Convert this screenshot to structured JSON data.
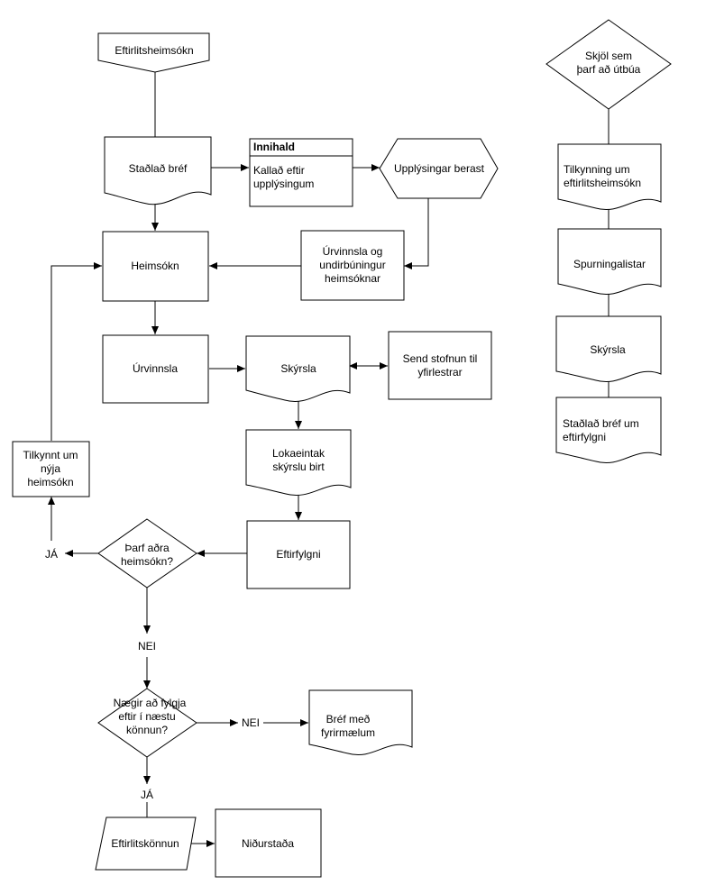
{
  "nodes": {
    "start": "Eftirlitsheimsókn",
    "letter": "Staðlað bréf",
    "content_header": "Innihald",
    "content_line1": "Kallað eftir",
    "content_line2": "upplýsingum",
    "info": "Upplýsingar berast",
    "prep_line1": "Úrvinnsla og",
    "prep_line2": "undirbúningur",
    "prep_line3": "heimsóknar",
    "visit": "Heimsókn",
    "processing": "Úrvinnsla",
    "report": "Skýrsla",
    "review_line1": "Send stofnun til",
    "review_line2": "yfirlestrar",
    "final_line1": "Lokaeintak",
    "final_line2": "skýrslu birt",
    "followup": "Eftirfylgni",
    "notify_line1": "Tilkynnt um",
    "notify_line2": "nýja",
    "notify_line3": "heimsókn",
    "decision1_line1": "Þarf aðra",
    "decision1_line2": "heimsókn?",
    "yes1": "JÁ",
    "no1": "NEI",
    "decision2_line1": "Nægir að fylgja",
    "decision2_line2": "eftir í næstu",
    "decision2_line3": "könnun?",
    "no2": "NEI",
    "remarks_line1": "Bréf með",
    "remarks_line2": "fyrirmælum",
    "yes2": "JÁ",
    "survey": "Eftirlitskönnun",
    "result": "Niðurstaða"
  },
  "legend": {
    "title_line1": "Skjöl sem",
    "title_line2": "þarf að útbúa",
    "doc1_line1": "Tilkynning um",
    "doc1_line2": "eftirlitsheimsókn",
    "doc2": "Spurningalistar",
    "doc3": "Skýrsla",
    "doc4_line1": "Staðlað bréf um",
    "doc4_line2": "eftirfylgni"
  }
}
